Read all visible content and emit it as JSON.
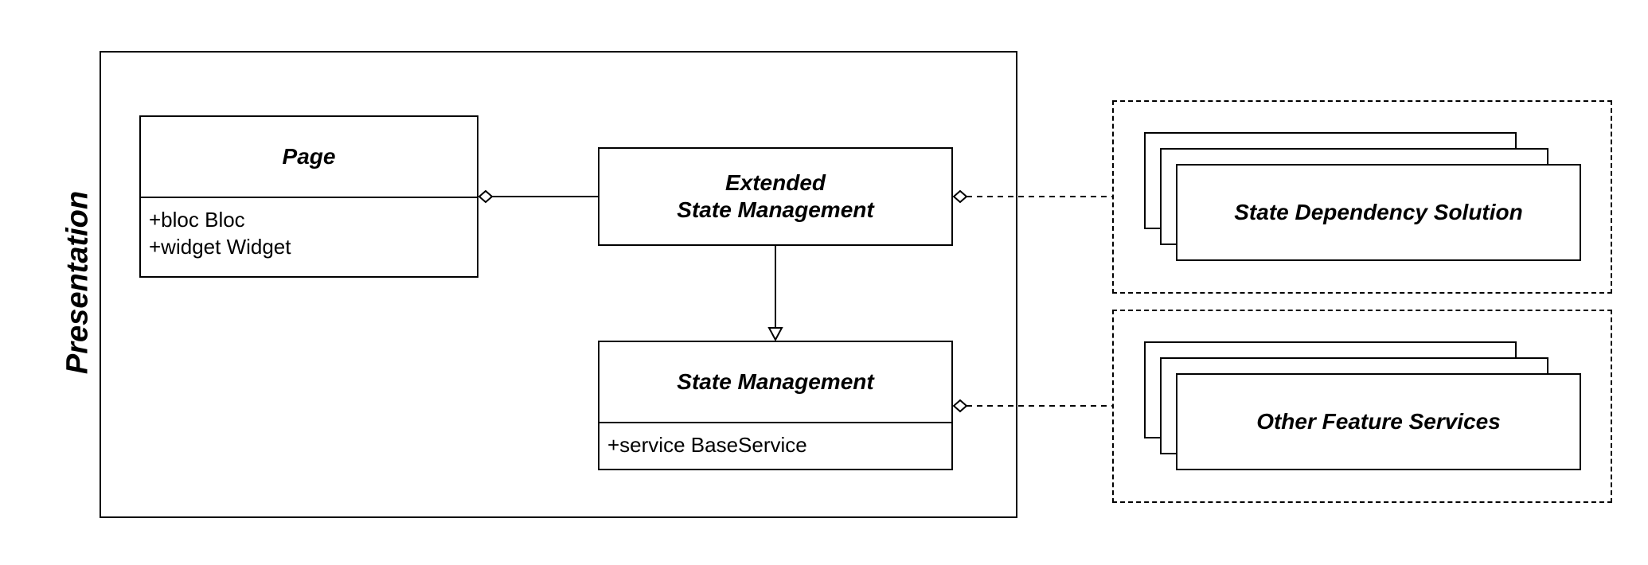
{
  "diagram": {
    "package_label": "Presentation",
    "page_class": {
      "name": "Page",
      "attributes": [
        "+bloc Bloc",
        "+widget Widget"
      ]
    },
    "extended_state_management": {
      "line1": "Extended",
      "line2": "State Management"
    },
    "state_management": {
      "name": "State Management",
      "attributes": [
        "+service BaseService"
      ]
    },
    "state_dependency_solution": {
      "label": "State Dependency Solution"
    },
    "other_feature_services": {
      "label": "Other Feature Services"
    }
  }
}
